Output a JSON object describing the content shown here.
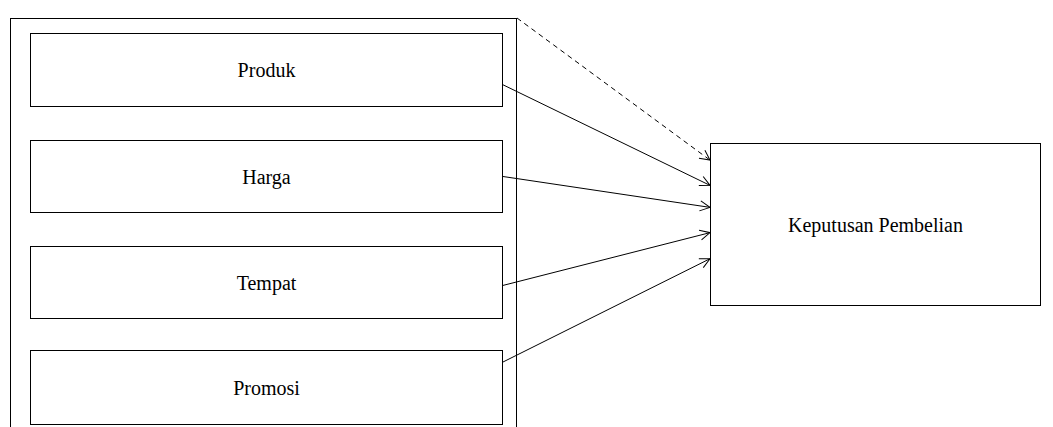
{
  "diagram": {
    "nodes": [
      {
        "text": []
      },
      {
        "text": [
          "Produk"
        ],
        "in": 0
      },
      {
        "text": [
          "Harga"
        ],
        "in": 0
      },
      {
        "text": [
          "Tempat"
        ],
        "in": 0
      },
      {
        "text": [
          "Promosi"
        ],
        "in": 0
      },
      {
        "text": [
          "Keputusan Pembelian"
        ]
      }
    ],
    "edges": [
      {
        "from": 0,
        "to": 5,
        "arrow": "to"
      },
      {
        "from": 1,
        "to": 5,
        "arrow": "to"
      },
      {
        "from": 2,
        "to": 5,
        "arrow": "to"
      },
      {
        "from": 3,
        "to": 5,
        "arrow": "to"
      },
      {
        "from": 4,
        "to": 5,
        "arrow": "to"
      }
    ]
  }
}
